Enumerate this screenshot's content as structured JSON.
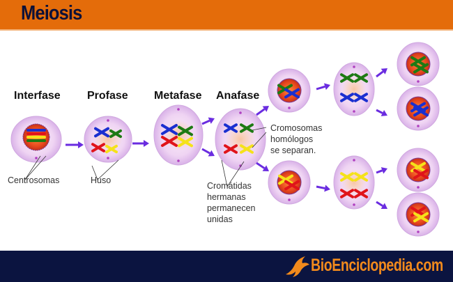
{
  "header": {
    "title": "Meiosis"
  },
  "phases": [
    "Interfase",
    "Profase",
    "Metafase",
    "Anafase"
  ],
  "labels": {
    "centrosomas": "Centrosomas",
    "huso": "Huso",
    "homologos": [
      "Cromosomas",
      "homólogos",
      "se separan."
    ],
    "cromatidas": [
      "Cromátidas",
      "hermanas",
      "permanecen",
      "unidas"
    ]
  },
  "footer": {
    "brand": "BioEnciclopedia.com"
  },
  "colors": {
    "header": "#e46c0a",
    "footer": "#0b1440",
    "arrow": "#6a2ce0",
    "cell": "#e8c8f0",
    "blue": "#1a2fd0",
    "green": "#1e7a14",
    "red": "#e0141a",
    "yellow": "#f5e21a"
  }
}
